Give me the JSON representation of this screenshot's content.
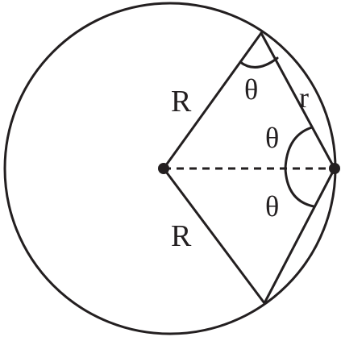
{
  "labels": {
    "upper_radius": "R",
    "lower_radius": "R",
    "chord": "r",
    "angle_top": "θ",
    "angle_right_upper": "θ",
    "angle_right_lower": "θ"
  }
}
